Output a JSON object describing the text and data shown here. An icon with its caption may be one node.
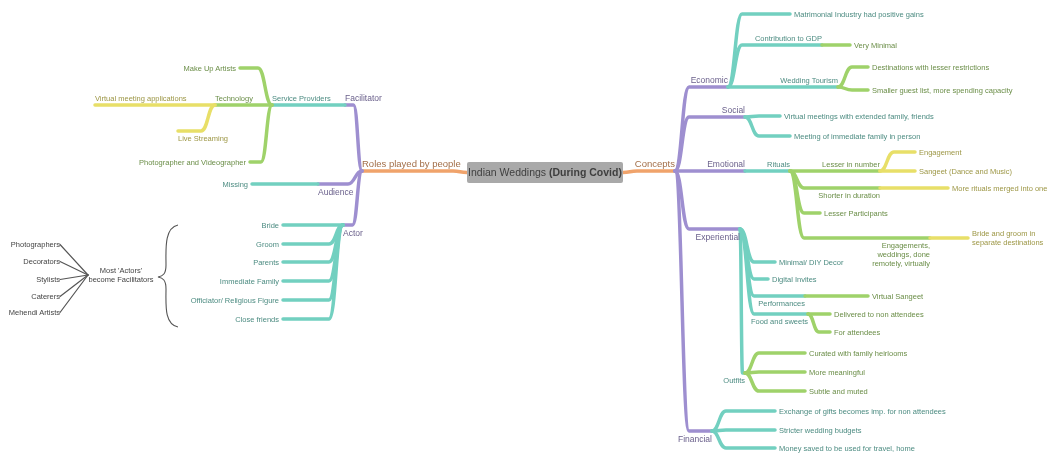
{
  "diagram": {
    "nodes": [
      {
        "text": [
          "Indian Weddings **(During Covid)**"
        ]
      },
      {
        "text": [
          "Roles played by people"
        ]
      },
      {
        "text": [
          "Facilitator"
        ]
      },
      {
        "text": [
          "Service Providers"
        ]
      },
      {
        "text": [
          "Make Up Artists"
        ]
      },
      {
        "text": [
          "Technology"
        ]
      },
      {
        "text": [
          "Virtual meeting applications"
        ]
      },
      {
        "text": [
          "Live Streaming"
        ]
      },
      {
        "text": [
          "Photographer and Videographer"
        ]
      },
      {
        "text": [
          "Audience"
        ]
      },
      {
        "text": [
          "Missing"
        ]
      },
      {
        "text": [
          "Actor"
        ]
      },
      {
        "text": [
          "Bride"
        ]
      },
      {
        "text": [
          "Groom"
        ]
      },
      {
        "text": [
          "Parents"
        ]
      },
      {
        "text": [
          "Immediate Family"
        ]
      },
      {
        "text": [
          "Officiator/ Religious Figure"
        ]
      },
      {
        "text": [
          "Close friends"
        ]
      },
      {
        "text": [
          "Concepts"
        ]
      },
      {
        "text": [
          "Economic"
        ]
      },
      {
        "text": [
          "Matrimonial Industry had positive gains"
        ]
      },
      {
        "text": [
          "Contribution to GDP"
        ]
      },
      {
        "text": [
          "Very Minimal"
        ]
      },
      {
        "text": [
          "Wedding Tourism"
        ]
      },
      {
        "text": [
          "Destinations with lesser restrictions"
        ]
      },
      {
        "text": [
          "Smaller guest list, more spending capacity"
        ]
      },
      {
        "text": [
          "Social"
        ]
      },
      {
        "text": [
          "Virtual meetings with extended family, friends"
        ]
      },
      {
        "text": [
          "Meeting of immediate family in person"
        ]
      },
      {
        "text": [
          "Emotional"
        ]
      },
      {
        "text": [
          "Rituals"
        ]
      },
      {
        "text": [
          "Lesser in number"
        ]
      },
      {
        "text": [
          "Engagement"
        ]
      },
      {
        "text": [
          "Sangeet (Dance and Music)"
        ]
      },
      {
        "text": [
          "Shorter in duration"
        ]
      },
      {
        "text": [
          "More rituals merged into one"
        ]
      },
      {
        "text": [
          "Lesser Participants"
        ]
      },
      {
        "text": [
          "Engagements, weddings, done remotely, virtually"
        ]
      },
      {
        "text": [
          "Bride and groom in separate destinations"
        ]
      },
      {
        "text": [
          "Experiential"
        ]
      },
      {
        "text": [
          "Minimal/ DIY Decor"
        ]
      },
      {
        "text": [
          "Digital Invites"
        ]
      },
      {
        "text": [
          "Performances"
        ]
      },
      {
        "text": [
          "Virtual Sangeet"
        ]
      },
      {
        "text": [
          "Food and sweets"
        ]
      },
      {
        "text": [
          "Delivered to non attendees"
        ]
      },
      {
        "text": [
          "For attendees"
        ]
      },
      {
        "text": [
          "Outfits"
        ]
      },
      {
        "text": [
          "Curated with family heirlooms"
        ]
      },
      {
        "text": [
          "More meaningful"
        ]
      },
      {
        "text": [
          "Subtle and muted"
        ]
      },
      {
        "text": [
          "Financial"
        ]
      },
      {
        "text": [
          "Exchange of gifts becomes imp. for non attendees"
        ]
      },
      {
        "text": [
          "Stricter wedding budgets"
        ]
      },
      {
        "text": [
          "Money saved to be used for travel, home"
        ]
      },
      {
        "text": [
          "Photographers"
        ]
      },
      {
        "text": [
          "Decorators"
        ]
      },
      {
        "text": [
          "Stylists"
        ]
      },
      {
        "text": [
          "Caterers"
        ]
      },
      {
        "text": [
          "Mehendi Artists"
        ]
      },
      {
        "text": [
          "Most 'Actors' become Facilitators"
        ]
      }
    ],
    "edges": [
      {
        "from": 0,
        "to": 1,
        "arrow": "none",
        "color": "#f0a36b"
      },
      {
        "from": 1,
        "to": 2,
        "arrow": "none",
        "color": "#9e8fd0"
      },
      {
        "from": 2,
        "to": 3,
        "arrow": "none"
      },
      {
        "from": 3,
        "to": 4,
        "arrow": "none",
        "color": "#9fd26a"
      },
      {
        "from": 3,
        "to": 5,
        "arrow": "none",
        "color": "#9fd26a"
      },
      {
        "from": 5,
        "to": 6,
        "arrow": "none",
        "color": "#e8df68"
      },
      {
        "from": 5,
        "to": 7,
        "arrow": "none",
        "color": "#e8df68"
      },
      {
        "from": 3,
        "to": 8,
        "arrow": "none",
        "color": "#9fd26a"
      },
      {
        "from": 1,
        "to": 9,
        "arrow": "none",
        "color": "#9e8fd0"
      },
      {
        "from": 9,
        "to": 10,
        "arrow": "none"
      },
      {
        "from": 1,
        "to": 11,
        "arrow": "none",
        "color": "#9e8fd0"
      },
      {
        "from": 11,
        "to": 12,
        "arrow": "none"
      },
      {
        "from": 11,
        "to": 13,
        "arrow": "none"
      },
      {
        "from": 11,
        "to": 14,
        "arrow": "none"
      },
      {
        "from": 11,
        "to": 15,
        "arrow": "none"
      },
      {
        "from": 11,
        "to": 16,
        "arrow": "none"
      },
      {
        "from": 11,
        "to": 17,
        "arrow": "none"
      },
      {
        "from": 0,
        "to": 18,
        "arrow": "none",
        "color": "#f0a36b"
      },
      {
        "from": 18,
        "to": 19,
        "arrow": "none",
        "color": "#9e8fd0"
      },
      {
        "from": 19,
        "to": 20,
        "arrow": "none"
      },
      {
        "from": 19,
        "to": 21,
        "arrow": "none"
      },
      {
        "from": 21,
        "to": 22,
        "arrow": "none",
        "color": "#9fd26a"
      },
      {
        "from": 19,
        "to": 23,
        "arrow": "none"
      },
      {
        "from": 23,
        "to": 24,
        "arrow": "none",
        "color": "#9fd26a"
      },
      {
        "from": 23,
        "to": 25,
        "arrow": "none",
        "color": "#9fd26a"
      },
      {
        "from": 18,
        "to": 26,
        "arrow": "none",
        "color": "#9e8fd0"
      },
      {
        "from": 26,
        "to": 27,
        "arrow": "none"
      },
      {
        "from": 26,
        "to": 28,
        "arrow": "none"
      },
      {
        "from": 18,
        "to": 29,
        "arrow": "none",
        "color": "#9e8fd0"
      },
      {
        "from": 29,
        "to": 30,
        "arrow": "none"
      },
      {
        "from": 30,
        "to": 31,
        "arrow": "none",
        "color": "#9fd26a"
      },
      {
        "from": 31,
        "to": 32,
        "arrow": "none",
        "color": "#e8df68"
      },
      {
        "from": 31,
        "to": 33,
        "arrow": "none",
        "color": "#e8df68"
      },
      {
        "from": 30,
        "to": 34,
        "arrow": "none",
        "color": "#9fd26a"
      },
      {
        "from": 34,
        "to": 35,
        "arrow": "none",
        "color": "#e8df68"
      },
      {
        "from": 30,
        "to": 36,
        "arrow": "none",
        "color": "#9fd26a"
      },
      {
        "from": 30,
        "to": 37,
        "arrow": "none",
        "color": "#9fd26a"
      },
      {
        "from": 37,
        "to": 38,
        "arrow": "none",
        "color": "#e8df68"
      },
      {
        "from": 18,
        "to": 39,
        "arrow": "none",
        "color": "#9e8fd0"
      },
      {
        "from": 39,
        "to": 40,
        "arrow": "none"
      },
      {
        "from": 39,
        "to": 41,
        "arrow": "none"
      },
      {
        "from": 39,
        "to": 42,
        "arrow": "none"
      },
      {
        "from": 42,
        "to": 43,
        "arrow": "none",
        "color": "#9fd26a"
      },
      {
        "from": 39,
        "to": 44,
        "arrow": "none"
      },
      {
        "from": 44,
        "to": 45,
        "arrow": "none",
        "color": "#9fd26a"
      },
      {
        "from": 44,
        "to": 46,
        "arrow": "none",
        "color": "#9fd26a"
      },
      {
        "from": 39,
        "to": 47,
        "arrow": "none"
      },
      {
        "from": 47,
        "to": 48,
        "arrow": "none",
        "color": "#9fd26a"
      },
      {
        "from": 47,
        "to": 49,
        "arrow": "none",
        "color": "#9fd26a"
      },
      {
        "from": 47,
        "to": 50,
        "arrow": "none",
        "color": "#9fd26a"
      },
      {
        "from": 18,
        "to": 51,
        "arrow": "none",
        "color": "#9e8fd0"
      },
      {
        "from": 51,
        "to": 52,
        "arrow": "none"
      },
      {
        "from": 51,
        "to": 53,
        "arrow": "none"
      },
      {
        "from": 51,
        "to": 54,
        "arrow": "none"
      },
      {
        "from": 55,
        "to": 60,
        "arrow": "none",
        "color": "#555555"
      },
      {
        "from": 56,
        "to": 60,
        "arrow": "none",
        "color": "#555555"
      },
      {
        "from": 57,
        "to": 60,
        "arrow": "none",
        "color": "#555555"
      },
      {
        "from": 58,
        "to": 60,
        "arrow": "none",
        "color": "#555555"
      },
      {
        "from": 59,
        "to": 60,
        "arrow": "none",
        "color": "#555555"
      }
    ]
  }
}
